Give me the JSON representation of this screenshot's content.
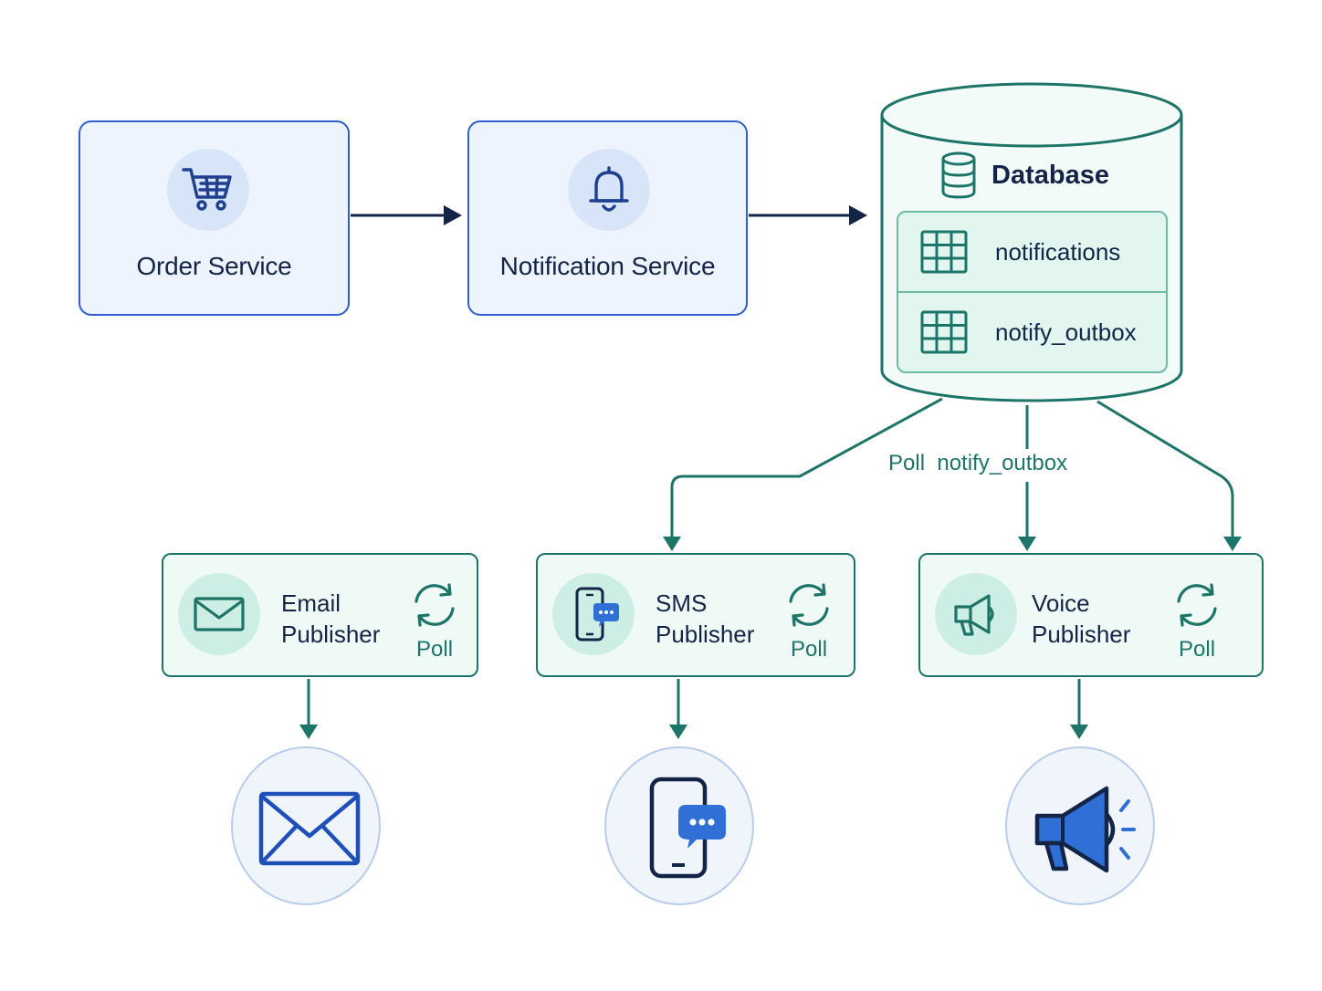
{
  "services": {
    "order": {
      "label": "Order Service",
      "icon": "cart-icon"
    },
    "notification": {
      "label": "Notification Service",
      "icon": "bell-icon"
    }
  },
  "database": {
    "title": "Database",
    "icon": "database-icon",
    "tables": [
      {
        "name": "notifications",
        "icon": "table-grid-icon"
      },
      {
        "name": "notify_outbox",
        "icon": "table-grid-icon"
      }
    ]
  },
  "edges": {
    "poll_label": "Poll  notify_outbox"
  },
  "publishers": [
    {
      "line1": "Email",
      "line2": "Publisher",
      "poll": "Poll",
      "icon": "envelope-icon"
    },
    {
      "line1": "SMS",
      "line2": "Publisher",
      "poll": "Poll",
      "icon": "phone-chat-icon"
    },
    {
      "line1": "Voice",
      "line2": "Publisher",
      "poll": "Poll",
      "icon": "megaphone-icon"
    }
  ],
  "destinations": [
    {
      "icon": "envelope-icon"
    },
    {
      "icon": "phone-chat-icon"
    },
    {
      "icon": "megaphone-icon"
    }
  ],
  "colors": {
    "service_border": "#2f5fcf",
    "service_fill": "#eef4fd",
    "data_teal": "#1d7468",
    "data_fill": "#effaf7",
    "text_dark": "#142446",
    "icon_blue": "#1f4fb8"
  }
}
